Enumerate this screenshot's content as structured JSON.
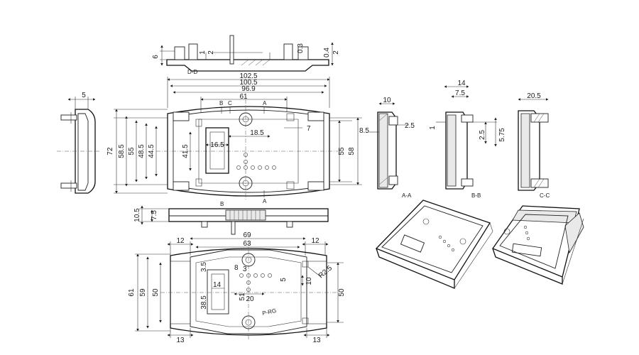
{
  "views": {
    "dd": {
      "label": "D-D",
      "dims": {
        "d6": "6",
        "d1": "1",
        "d2": "2",
        "d03": "0.3",
        "d04": "0.4",
        "d2b": "2"
      }
    },
    "top": {
      "dims": {
        "w1025": "102.5",
        "w1005": "100.5",
        "w969": "96.9",
        "w61": "61",
        "h72": "72",
        "h585": "58.5",
        "h55": "55",
        "h485": "48.5",
        "h445": "44.5",
        "h415": "41.5",
        "w165": "16.5",
        "w185": "18.5",
        "d7": "7",
        "r55": "55",
        "r58": "58"
      },
      "section_marks": {
        "b": "B",
        "c": "C",
        "a": "A",
        "a2": "A",
        "b2": "B"
      }
    },
    "side_left": {
      "dims": {
        "d5": "5"
      }
    },
    "front": {
      "dims": {
        "d105": "10.5",
        "d75": "7.5"
      }
    },
    "section_aa": {
      "label": "A-A",
      "dims": {
        "d10": "10",
        "d25": "2.5",
        "d85": "8.5"
      }
    },
    "section_bb": {
      "label": "B-B",
      "dims": {
        "d14": "14",
        "d75": "7.5",
        "d1": "1",
        "d25": "2.5",
        "d575": "5.75"
      }
    },
    "section_cc": {
      "label": "C-C",
      "dims": {
        "d205": "20.5"
      }
    },
    "bottom": {
      "dims": {
        "d12a": "12",
        "d12b": "12",
        "w69": "69",
        "w63": "63",
        "h61": "61",
        "h59": "59",
        "h50": "50",
        "h50r": "50",
        "d35": "3.5",
        "d8": "8",
        "d3": "3",
        "d5": "5",
        "d10": "10",
        "r25": "R2.5",
        "d14": "14",
        "d385": "38.5",
        "d20": "20",
        "d51": "51",
        "d13a": "13",
        "d13b": "13"
      },
      "note": "P-RG"
    }
  }
}
